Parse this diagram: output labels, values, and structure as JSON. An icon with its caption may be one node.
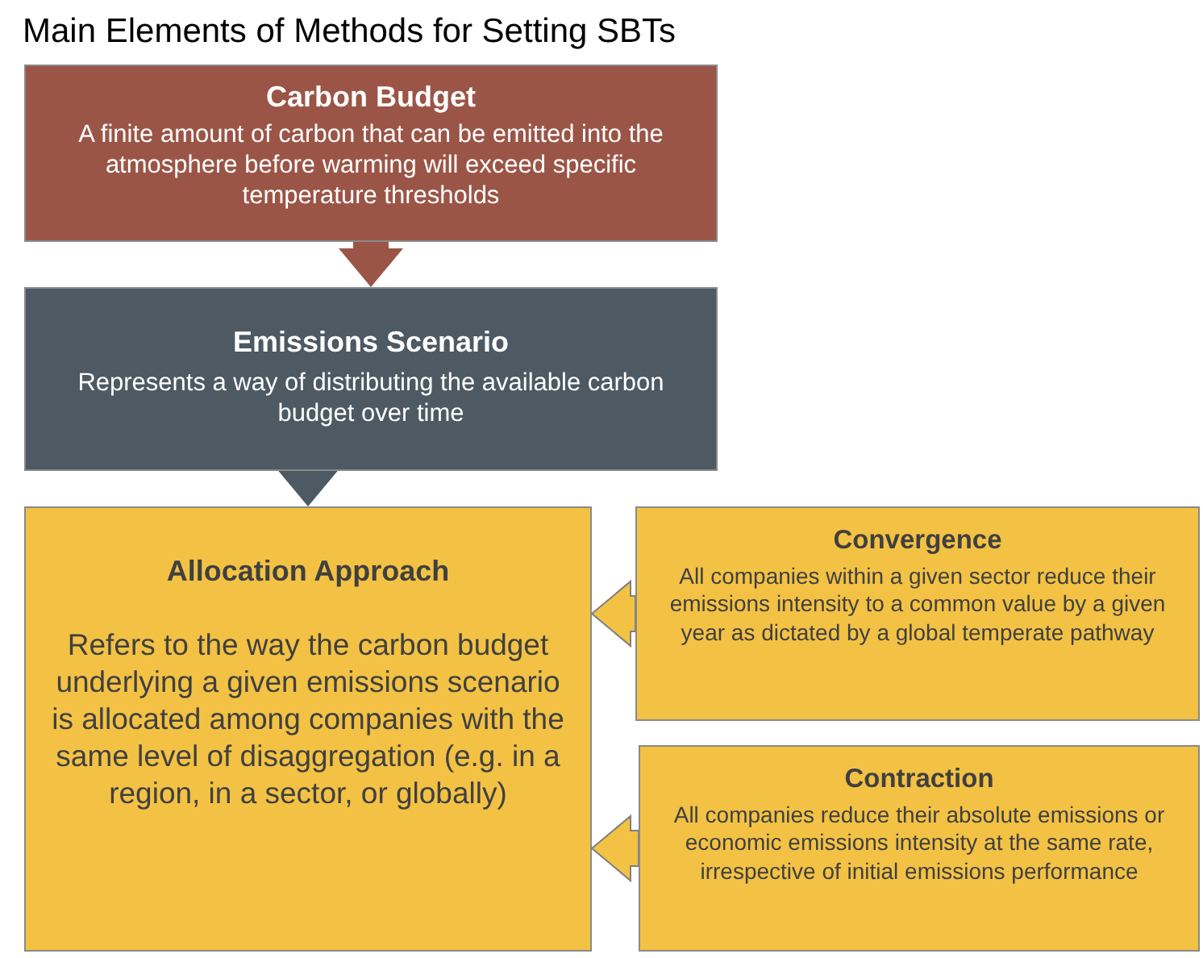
{
  "diagram": {
    "title": "Main Elements of Methods for Setting SBTs",
    "nodes": [
      {
        "text": [
          "Carbon Budget",
          "A finite amount of carbon that can be emitted into the atmosphere before warming will exceed specific temperature thresholds"
        ]
      },
      {
        "text": [
          "Emissions Scenario",
          "Represents a way of distributing the available carbon budget over time"
        ]
      },
      {
        "text": [
          "Allocation Approach",
          "Refers to the way the carbon budget underlying a given emissions scenario is allocated among companies with the same level of disaggregation (e.g. in a region, in a sector, or globally)"
        ]
      },
      {
        "text": [
          "Convergence",
          "All companies within a given sector reduce their emissions intensity to a common value by a given year as dictated by a global temperate pathway"
        ]
      },
      {
        "text": [
          "Contraction",
          "All companies reduce their absolute emissions or economic emissions intensity at the same rate, irrespective of initial emissions performance"
        ]
      }
    ],
    "edges": [
      {
        "from": 0,
        "to": 1,
        "arrow": "to",
        "style": "thick",
        "color": "#9b5547"
      },
      {
        "from": 1,
        "to": 2,
        "arrow": "to",
        "style": "thick",
        "color": "#4d5963"
      },
      {
        "from": 3,
        "to": 2,
        "arrow": "to",
        "style": "thick",
        "color": "#f3c244"
      },
      {
        "from": 4,
        "to": 2,
        "arrow": "to",
        "style": "thick",
        "color": "#f3c244"
      }
    ]
  }
}
